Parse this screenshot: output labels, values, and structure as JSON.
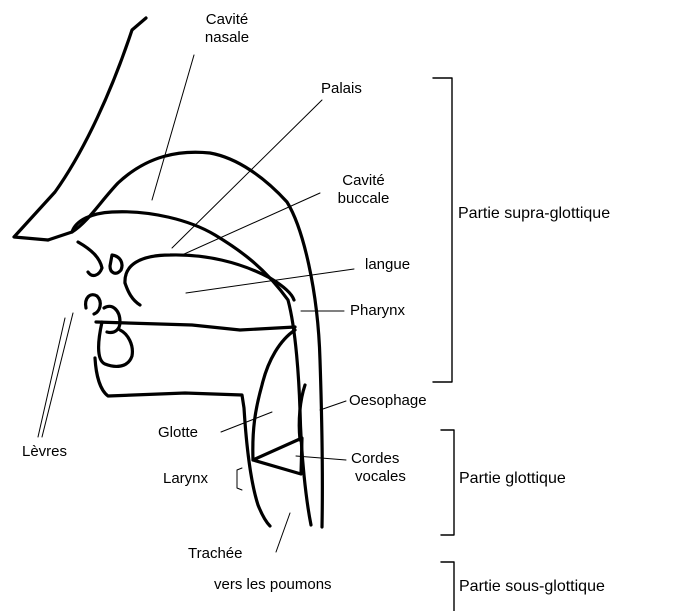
{
  "labels": {
    "cavite_nasale": [
      "Cavité",
      "nasale"
    ],
    "palais": "Palais",
    "cavite_buccale": [
      "Cavité",
      "buccale"
    ],
    "langue": "langue",
    "pharynx": "Pharynx",
    "oesophage": "Oesophage",
    "glotte": "Glotte",
    "levres": "Lèvres",
    "larynx": "Larynx",
    "cordes_vocales": [
      "Cordes",
      "vocales"
    ],
    "trachee": "Trachée",
    "vers_poumons": "vers les poumons"
  },
  "sections": {
    "supra": "Partie supra-glottique",
    "glottique": "Partie glottique",
    "sous": "Partie sous-glottique"
  }
}
